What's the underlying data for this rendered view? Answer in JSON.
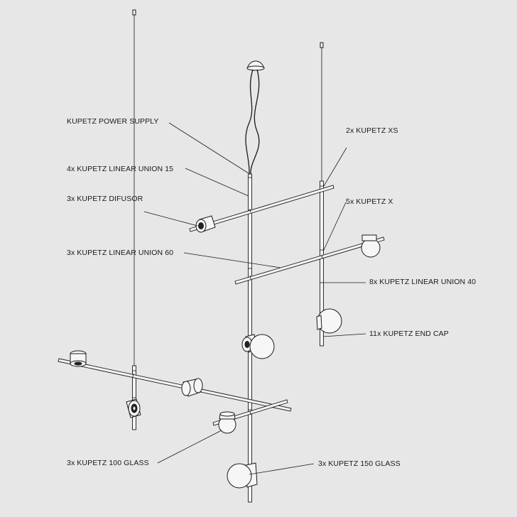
{
  "labels": {
    "power_supply": "KUPETZ POWER SUPPLY",
    "linear_union_15": "4x KUPETZ LINEAR UNION 15",
    "difusor": "3x KUPETZ DIFUSOR",
    "linear_union_60": "3x KUPETZ LINEAR UNION 60",
    "kupetz_xs": "2x KUPETZ XS",
    "kupetz_x": "5x KUPETZ X",
    "linear_union_40": "8x KUPETZ LINEAR UNION 40",
    "end_cap": "11x KUPETZ END CAP",
    "glass_100": "3x KUPETZ 100 GLASS",
    "glass_150": "3x KUPETZ 150 GLASS"
  }
}
